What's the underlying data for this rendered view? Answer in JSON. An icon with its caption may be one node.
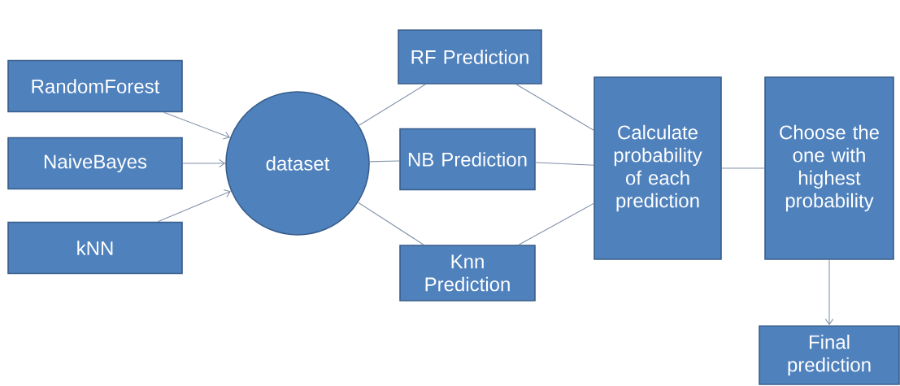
{
  "diagram": {
    "nodes": [
      {
        "text": [
          "RandomForest"
        ]
      },
      {
        "text": [
          "NaiveBayes"
        ]
      },
      {
        "text": [
          "kNN"
        ]
      },
      {
        "text": [
          "dataset"
        ]
      },
      {
        "text": [
          "RF Prediction"
        ]
      },
      {
        "text": [
          "NB Prediction"
        ]
      },
      {
        "text": [
          "Knn Prediction"
        ]
      },
      {
        "text": [
          "Calculate probability of each prediction"
        ]
      },
      {
        "text": [
          "Choose the one with highest probability"
        ]
      },
      {
        "text": [
          "Final prediction"
        ]
      }
    ],
    "edges": [
      {
        "from": 0,
        "to": 3,
        "arrow": "to"
      },
      {
        "from": 1,
        "to": 3,
        "arrow": "to"
      },
      {
        "from": 2,
        "to": 3,
        "arrow": "to"
      },
      {
        "from": 3,
        "to": 4,
        "arrow": "none"
      },
      {
        "from": 3,
        "to": 5,
        "arrow": "none"
      },
      {
        "from": 3,
        "to": 6,
        "arrow": "none"
      },
      {
        "from": 4,
        "to": 7,
        "arrow": "none"
      },
      {
        "from": 5,
        "to": 7,
        "arrow": "none"
      },
      {
        "from": 6,
        "to": 7,
        "arrow": "none"
      },
      {
        "from": 7,
        "to": 8,
        "arrow": "none"
      },
      {
        "from": 8,
        "to": 9,
        "arrow": "to"
      }
    ]
  }
}
